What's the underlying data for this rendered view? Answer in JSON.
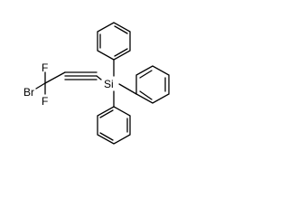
{
  "molecule": {
    "atoms": {
      "fluorine_top": "F",
      "fluorine_bottom": "F",
      "bromine": "Br",
      "silicon": "Si"
    },
    "colors": {
      "bond": "#000000",
      "label": "#000000",
      "background": "#ffffff"
    }
  }
}
